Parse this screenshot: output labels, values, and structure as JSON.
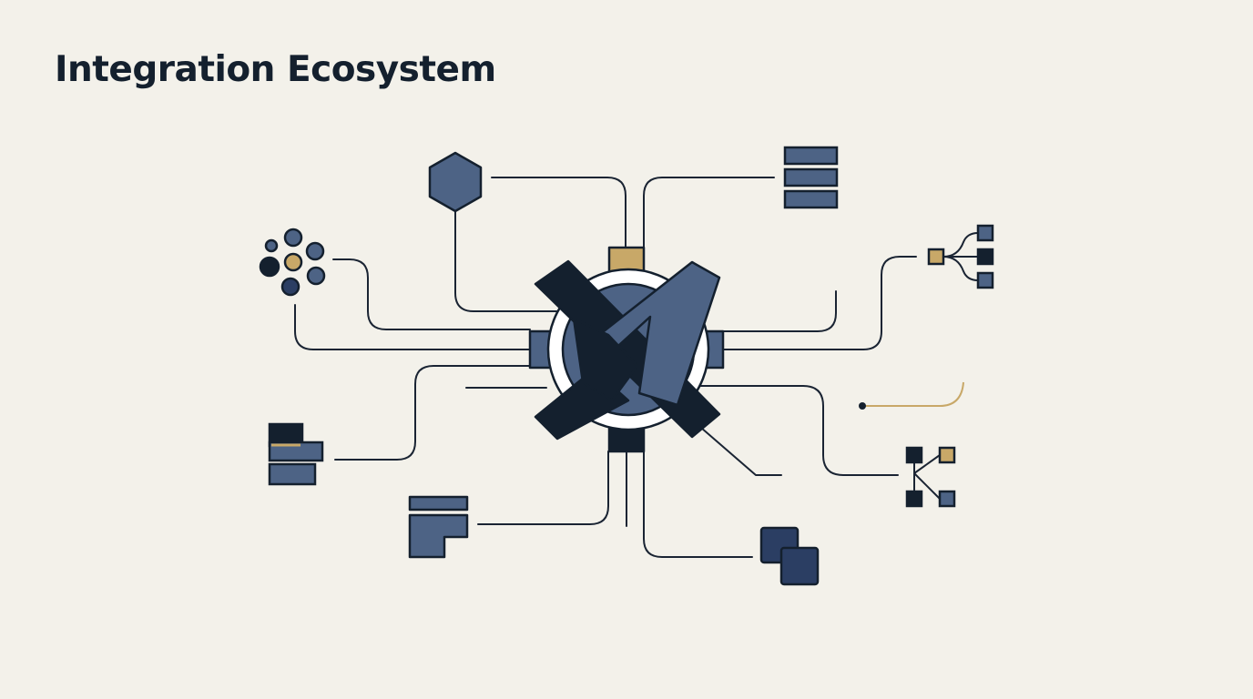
{
  "title": "Integration Ecosystem",
  "colors": {
    "background": "#f3f1ea",
    "ink": "#14202e",
    "steel_blue": "#4d6385",
    "navy": "#2b3e63",
    "gold": "#c8a868",
    "line": "#1a2433"
  },
  "hub": {
    "icon": "crossed-arrows-hub-icon"
  },
  "nodes": [
    {
      "id": "hexagon",
      "icon": "hexagon-icon"
    },
    {
      "id": "stack",
      "icon": "stacked-bars-icon"
    },
    {
      "id": "dots",
      "icon": "dot-cluster-icon"
    },
    {
      "id": "tree",
      "icon": "branch-tree-icon"
    },
    {
      "id": "panel",
      "icon": "layered-panel-icon"
    },
    {
      "id": "curve",
      "icon": "curve-line-icon"
    },
    {
      "id": "nodes",
      "icon": "node-graph-icon"
    },
    {
      "id": "block",
      "icon": "block-shape-icon"
    },
    {
      "id": "squares",
      "icon": "overlapping-squares-icon"
    }
  ]
}
